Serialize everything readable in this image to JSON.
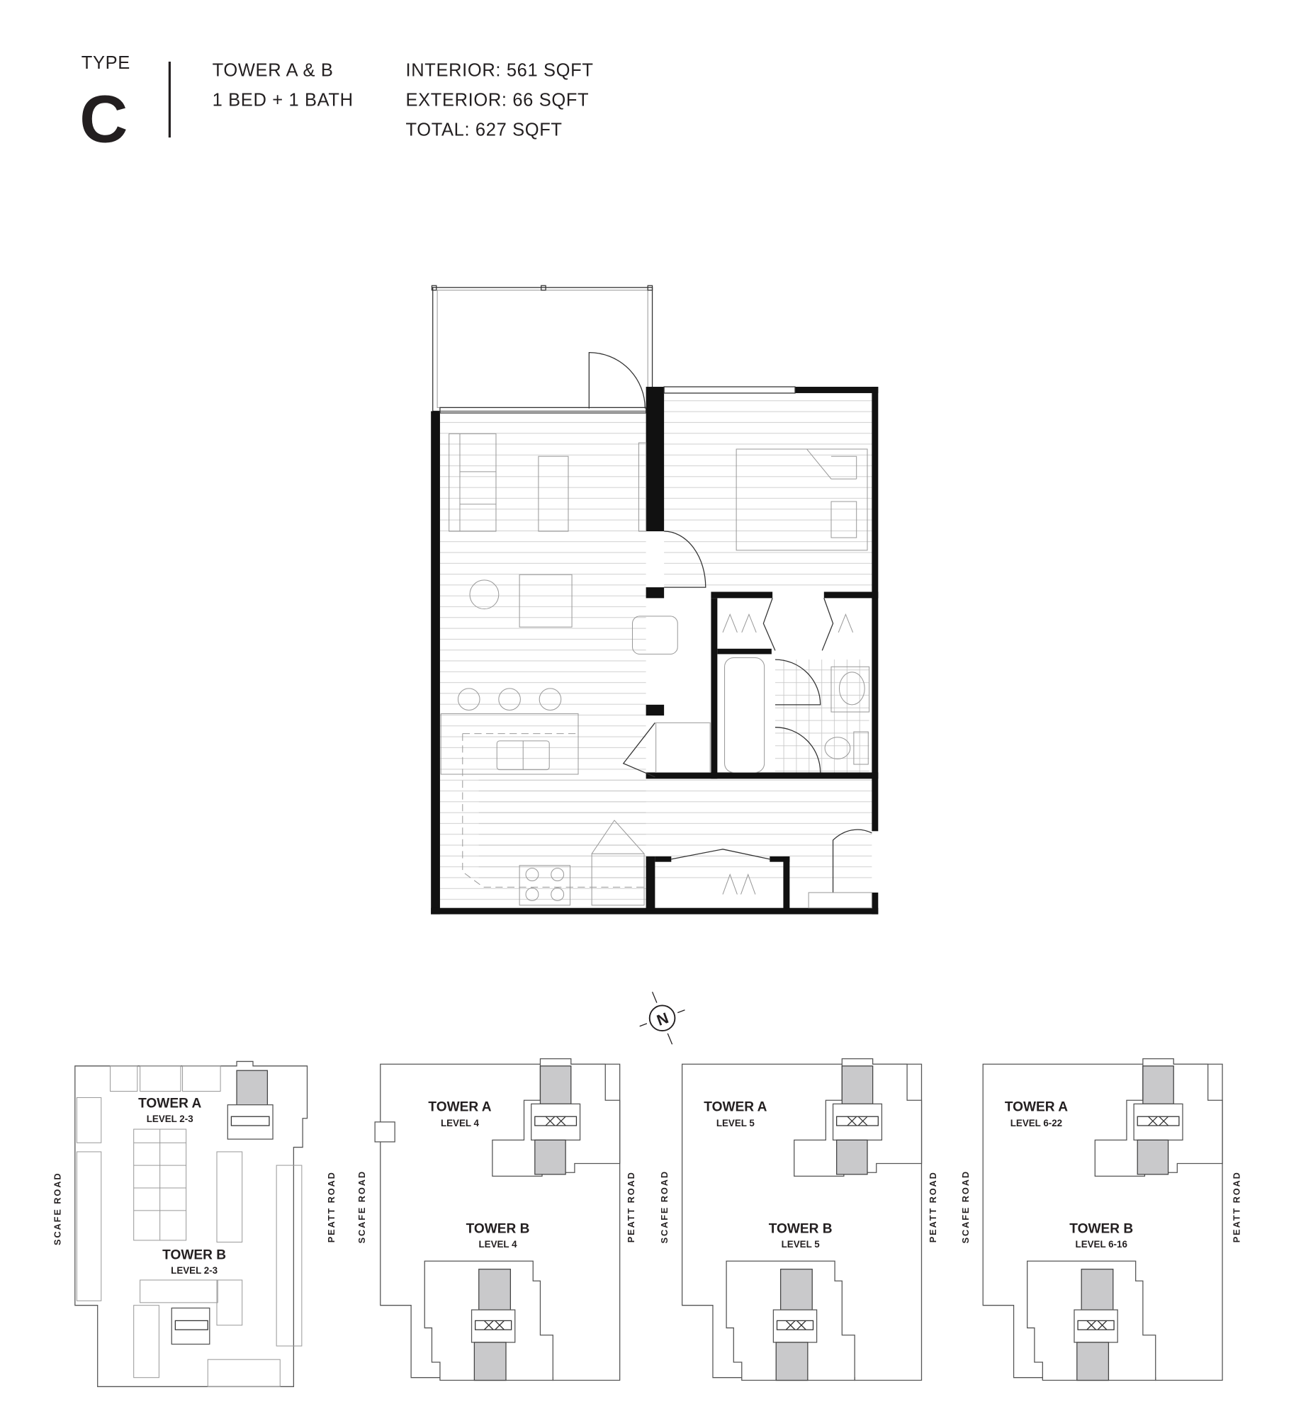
{
  "header": {
    "type_label": "TYPE",
    "type_letter": "C",
    "towers": "TOWER A & B",
    "beds_baths": "1 BED + 1 BATH",
    "interior": "INTERIOR: 561 SQFT",
    "exterior": "EXTERIOR: 66 SQFT",
    "total": "TOTAL: 627 SQFT"
  },
  "compass": {
    "label": "N"
  },
  "key_plans": [
    {
      "tower_a": "TOWER A",
      "tower_a_level": "LEVEL 2-3",
      "tower_b": "TOWER B",
      "tower_b_level": "LEVEL 2-3",
      "road_left": "SCAFE ROAD",
      "road_right": "PEATT ROAD"
    },
    {
      "tower_a": "TOWER A",
      "tower_a_level": "LEVEL 4",
      "tower_b": "TOWER B",
      "tower_b_level": "LEVEL 4",
      "road_left": "SCAFE ROAD",
      "road_right": "PEATT ROAD"
    },
    {
      "tower_a": "TOWER A",
      "tower_a_level": "LEVEL 5",
      "tower_b": "TOWER B",
      "tower_b_level": "LEVEL 5",
      "road_left": "SCAFE ROAD",
      "road_right": "PEATT ROAD"
    },
    {
      "tower_a": "TOWER A",
      "tower_a_level": "LEVEL 6-22",
      "tower_b": "TOWER B",
      "tower_b_level": "LEVEL 6-16",
      "road_left": "SCAFE ROAD",
      "road_right": "PEATT ROAD"
    }
  ],
  "colors": {
    "ink": "#231f20",
    "core_gray": "#c9c9cb"
  }
}
